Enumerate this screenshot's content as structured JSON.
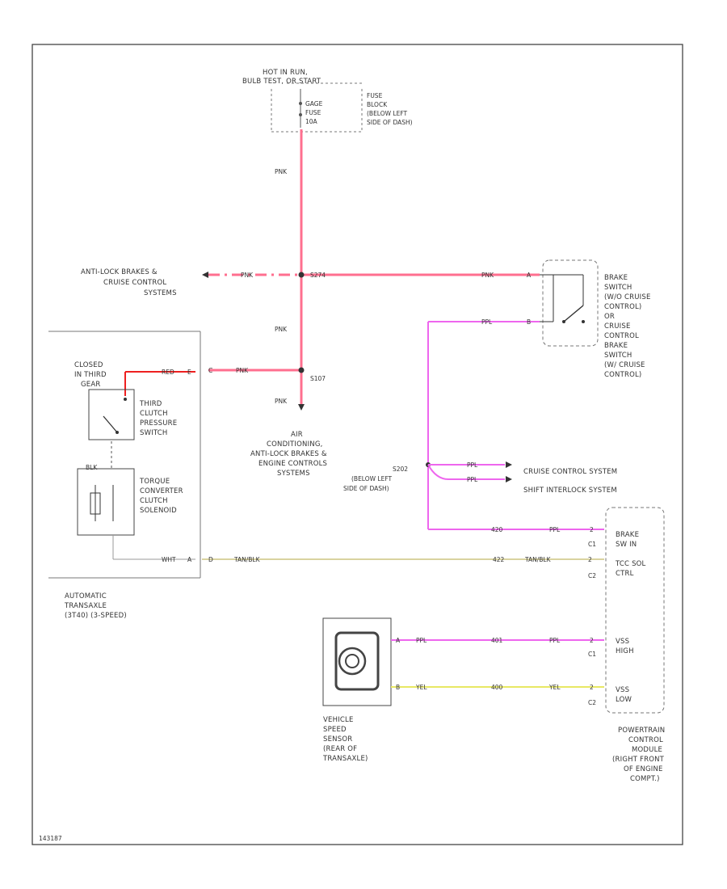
{
  "power": {
    "source": [
      "HOT IN RUN,",
      "BULB TEST, OR START"
    ],
    "fuse": [
      "GAGE",
      "FUSE",
      "10A"
    ],
    "fuse_block": [
      "FUSE",
      "BLOCK",
      "(BELOW LEFT",
      "SIDE OF DASH)"
    ]
  },
  "wires": {
    "pnk": "PNK",
    "ppl": "PPL",
    "tan_blk": "TAN/BLK",
    "yel": "YEL",
    "red": "RED"
  },
  "splices": {
    "s274": "S274",
    "s107": "S107",
    "s202": [
      "S202",
      "(BELOW LEFT",
      "SIDE OF DASH)"
    ]
  },
  "pins": {
    "a": "A",
    "b": "B",
    "c": "C",
    "d": "D",
    "e": "E",
    "wht": "WHT",
    "w2": "2",
    "w420": "420",
    "w422": "422",
    "w401": "401",
    "w400": "400",
    "pcm_pins": [
      "C1",
      "C2",
      "C1",
      "C2"
    ]
  },
  "abs_cruise": [
    "ANTI-LOCK BRAKES &",
    "CRUISE CONTROL",
    "SYSTEMS"
  ],
  "ac_systems": [
    "AIR",
    "CONDITIONING,",
    "ANTI-LOCK BRAKES &",
    "ENGINE CONTROLS",
    "SYSTEMS"
  ],
  "brake_switch": [
    "BRAKE",
    "SWITCH",
    "(W/O CRUISE",
    "CONTROL)",
    "OR",
    "CRUISE",
    "CONTROL",
    "BRAKE",
    "SWITCH",
    "(W/ CRUISE",
    "CONTROL)"
  ],
  "cruise_control_system": "CRUISE CONTROL SYSTEM",
  "shift_interlock_system": "SHIFT INTERLOCK SYSTEM",
  "transaxle": {
    "closed": [
      "CLOSED",
      "IN THIRD",
      "GEAR"
    ],
    "third_clutch": [
      "THIRD",
      "CLUTCH",
      "PRESSURE",
      "SWITCH"
    ],
    "tcc": [
      "TORQUE",
      "CONVERTER",
      "CLUTCH",
      "SOLENOID"
    ],
    "blk": "BLK",
    "name": [
      "AUTOMATIC",
      "TRANSAXLE",
      "(3T40) (3-SPEED)"
    ]
  },
  "vss": [
    "VEHICLE",
    "SPEED",
    "SENSOR",
    "(REAR OF",
    "TRANSAXLE)"
  ],
  "pcm": {
    "brake_sw_in": [
      "BRAKE",
      "SW IN"
    ],
    "tcc_sol_ctrl": [
      "TCC SOL",
      "CTRL"
    ],
    "vss_high": [
      "VSS",
      "HIGH"
    ],
    "vss_low": [
      "VSS",
      "LOW"
    ],
    "name": [
      "POWERTRAIN",
      "CONTROL",
      "MODULE",
      "(RIGHT FRONT",
      "OF ENGINE",
      "COMPT.)"
    ]
  },
  "diagram_id": "143187",
  "colors": {
    "pink": "#ff6f8f",
    "purple": "#ee66ee",
    "tan": "#d9d3a0",
    "yellow": "#e8e864",
    "red": "#ee2020",
    "frame": "#444444"
  }
}
